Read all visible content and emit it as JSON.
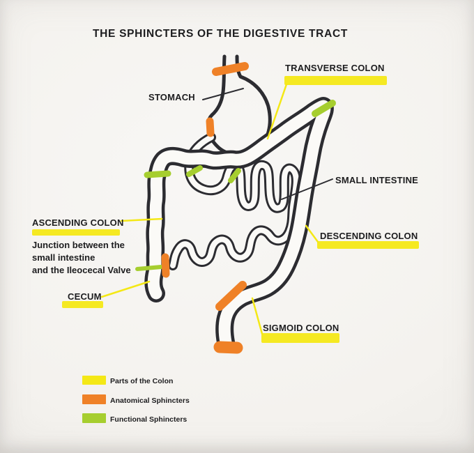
{
  "title": "THE SPHINCTERS OF THE DIGESTIVE TRACT",
  "labels": {
    "transverse_colon": "TRANSVERSE COLON",
    "stomach": "STOMACH",
    "small_intestine": "SMALL INTESTINE",
    "ascending_colon": "ASCENDING COLON",
    "cecum": "CECUM",
    "descending_colon": "DESCENDING COLON",
    "sigmoid_colon": "SIGMOID COLON",
    "junction_note": [
      "Junction between the",
      "small intestine",
      "and the Ileocecal Valve"
    ]
  },
  "legend": {
    "items": [
      {
        "label": "Parts of the Colon",
        "swatch_color": "#f4e816"
      },
      {
        "label": "Anatomical Sphincters",
        "swatch_color": "#ef8127"
      },
      {
        "label": "Functional Sphincters",
        "swatch_color": "#a6ce2f"
      }
    ]
  },
  "colors": {
    "ink": "#2c2c31",
    "highlight_yellow": "#f4e816",
    "anatomical_orange": "#ef8127",
    "functional_green": "#a6ce2f",
    "paper": "#f5f3ef"
  }
}
